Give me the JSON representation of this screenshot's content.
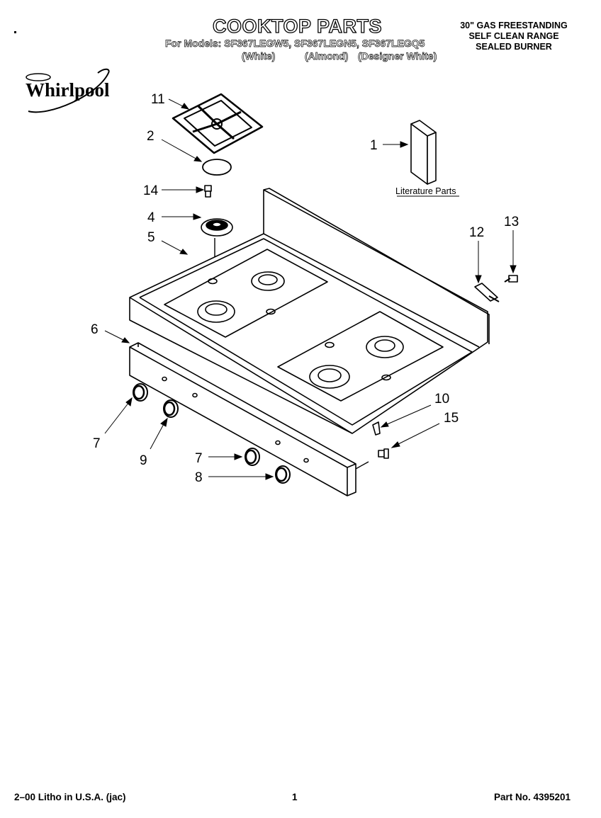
{
  "header": {
    "title": "COOKTOP PARTS",
    "models_prefix": "For Models:",
    "models": [
      "SF367LEGW5,",
      "SF367LEGN5,",
      "SF367LEGQ5"
    ],
    "colors": [
      "(White)",
      "(Almond)",
      "(Designer White)"
    ],
    "description": [
      "30\" GAS FREESTANDING",
      "SELF CLEAN RANGE",
      "SEALED BURNER"
    ]
  },
  "brand": {
    "name": "Whirlpool"
  },
  "diagram": {
    "literature_label": "Literature Parts",
    "callouts": {
      "c1": "1",
      "c2": "2",
      "c4": "4",
      "c5": "5",
      "c6": "6",
      "c7a": "7",
      "c7b": "7",
      "c8": "8",
      "c9": "9",
      "c10": "10",
      "c11": "11",
      "c12": "12",
      "c13": "13",
      "c14": "14",
      "c15": "15"
    }
  },
  "footer": {
    "print_info": "2–00 Litho in U.S.A. (jac)",
    "page_number": "1",
    "part_number": "Part No. 4395201"
  }
}
